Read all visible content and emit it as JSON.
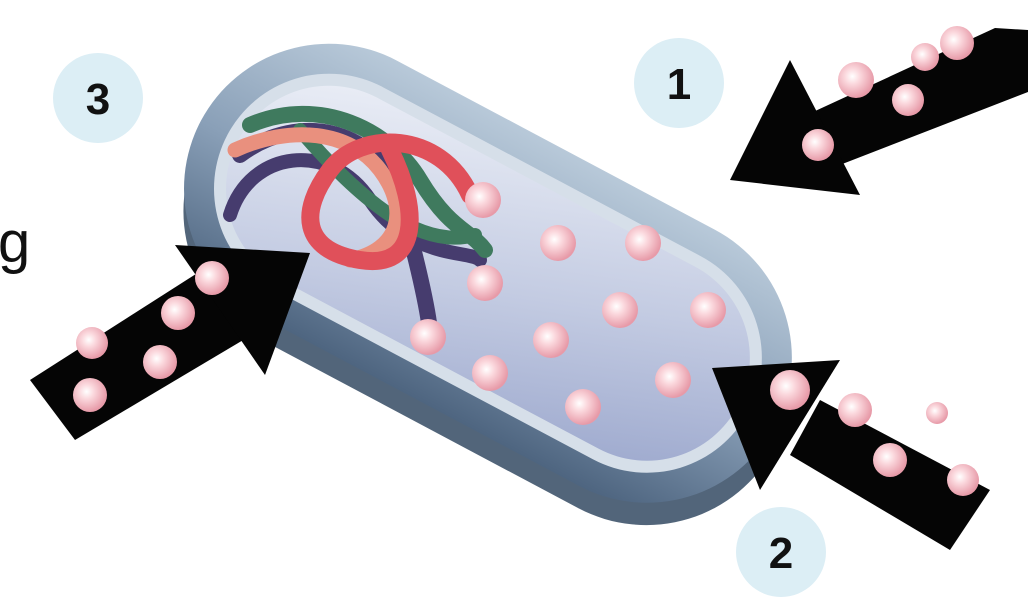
{
  "labels": {
    "one": "1",
    "two": "2",
    "three": "3",
    "clipped_letter": "g"
  },
  "colors": {
    "badge_fill": "#dceef5",
    "arrow": "#050505",
    "particle": "#f2b3bd",
    "cell_wall": "#8fa6bd",
    "cytoplasm": "#c8d0e6",
    "dna_red": "#e0505a",
    "dna_green": "#3f7a5e",
    "dna_purple": "#463c6e"
  },
  "icons": [
    "arrow-icon",
    "particle-icon",
    "dna-strand-icon",
    "bacterium-cell-icon"
  ]
}
